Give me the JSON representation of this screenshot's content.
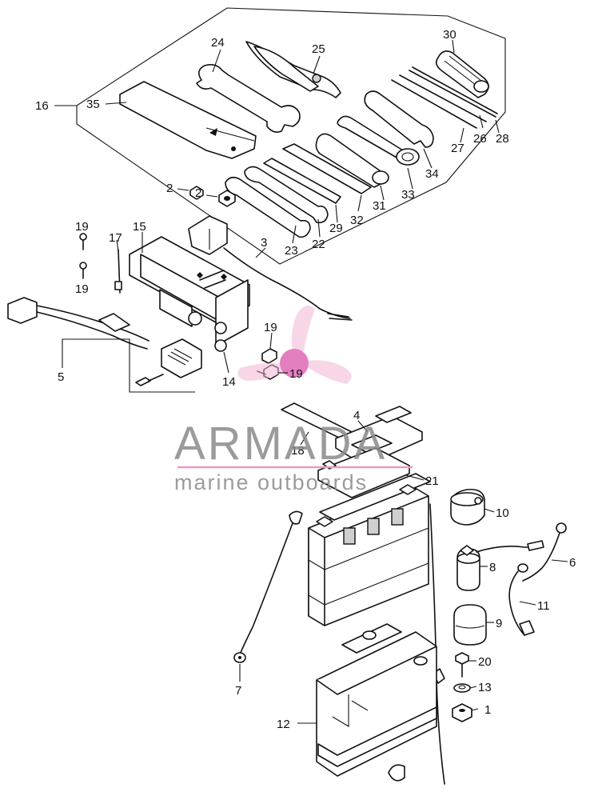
{
  "labels": {
    "l1": "1",
    "l2a": "2",
    "l2b": "2",
    "l3": "3",
    "l4": "4",
    "l5": "5",
    "l6": "6",
    "l7": "7",
    "l8": "8",
    "l9": "9",
    "l10": "10",
    "l11": "11",
    "l12": "12",
    "l13": "13",
    "l14": "14",
    "l15": "15",
    "l16": "16",
    "l17": "17",
    "l18": "18",
    "l19a": "19",
    "l19b": "19",
    "l19c": "19",
    "l19d": "19",
    "l20": "20",
    "l21": "21",
    "l22": "22",
    "l23": "23",
    "l24": "24",
    "l25": "25",
    "l26": "26",
    "l27": "27",
    "l28": "28",
    "l29": "29",
    "l30": "30",
    "l31": "31",
    "l32": "32",
    "l33": "33",
    "l34": "34",
    "l35": "35"
  },
  "watermark": {
    "brand": "ARMADA",
    "tagline": "marine outboards",
    "accent_color": "#e79ac8"
  }
}
